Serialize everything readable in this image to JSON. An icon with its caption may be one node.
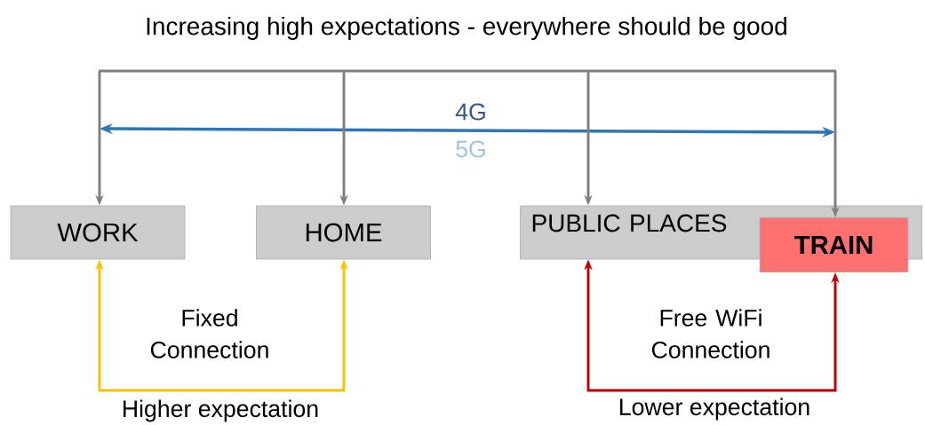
{
  "diagram": {
    "title": "Increasing high expectations - everywhere should be good",
    "nodes": [
      {
        "text": [
          "WORK"
        ]
      },
      {
        "text": [
          "HOME"
        ]
      },
      {
        "text": [
          "PUBLIC PLACES"
        ]
      },
      {
        "text": [
          "TRAIN"
        ]
      }
    ],
    "edges": [
      {
        "from": null,
        "to": 0,
        "arrow": "to"
      },
      {
        "from": null,
        "to": 1,
        "arrow": "to"
      },
      {
        "from": null,
        "to": 2,
        "arrow": "to"
      },
      {
        "from": null,
        "to": 3,
        "arrow": "to"
      },
      {
        "from": 0,
        "to": 1,
        "arrow": "both",
        "color": "#ffc000"
      },
      {
        "from": 2,
        "to": 3,
        "arrow": "both",
        "color": "#c00000"
      }
    ],
    "labels": [
      "4G",
      "5G",
      "Fixed Connection",
      "Higher expectation",
      "Free WiFi Connection",
      "Lower expectation"
    ]
  }
}
